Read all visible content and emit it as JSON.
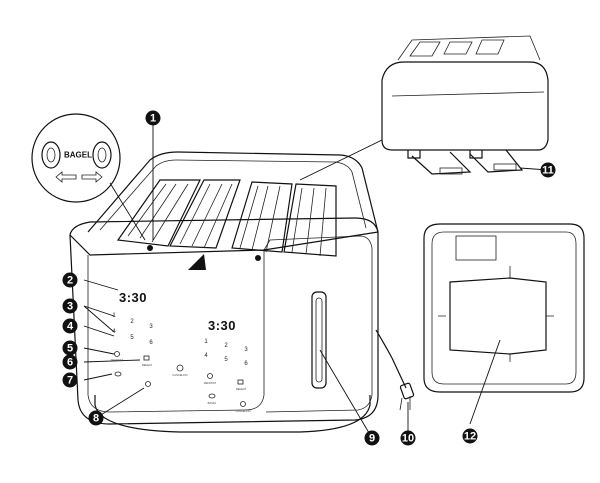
{
  "display": {
    "left_time": "3:30",
    "right_time": "3:30"
  },
  "left_panel": {
    "numbers": [
      "1",
      "2",
      "3",
      "4",
      "5",
      "6"
    ],
    "labels": [
      "DEFROST",
      "REHEAT",
      "CANCEL/ON"
    ]
  },
  "right_panel": {
    "numbers": [
      "1",
      "2",
      "3",
      "4",
      "5",
      "6"
    ],
    "labels": [
      "DEFROST",
      "REHEAT",
      "BAGEL",
      "CANCEL/ON"
    ]
  },
  "bagel_detail": {
    "label": "BAGEL"
  },
  "callouts": [
    "1",
    "2",
    "3",
    "4",
    "5",
    "6",
    "7",
    "8",
    "9",
    "10",
    "11",
    "12"
  ],
  "colors": {
    "callout_fill": "#111111",
    "line": "#111111",
    "body": "#ffffff"
  }
}
